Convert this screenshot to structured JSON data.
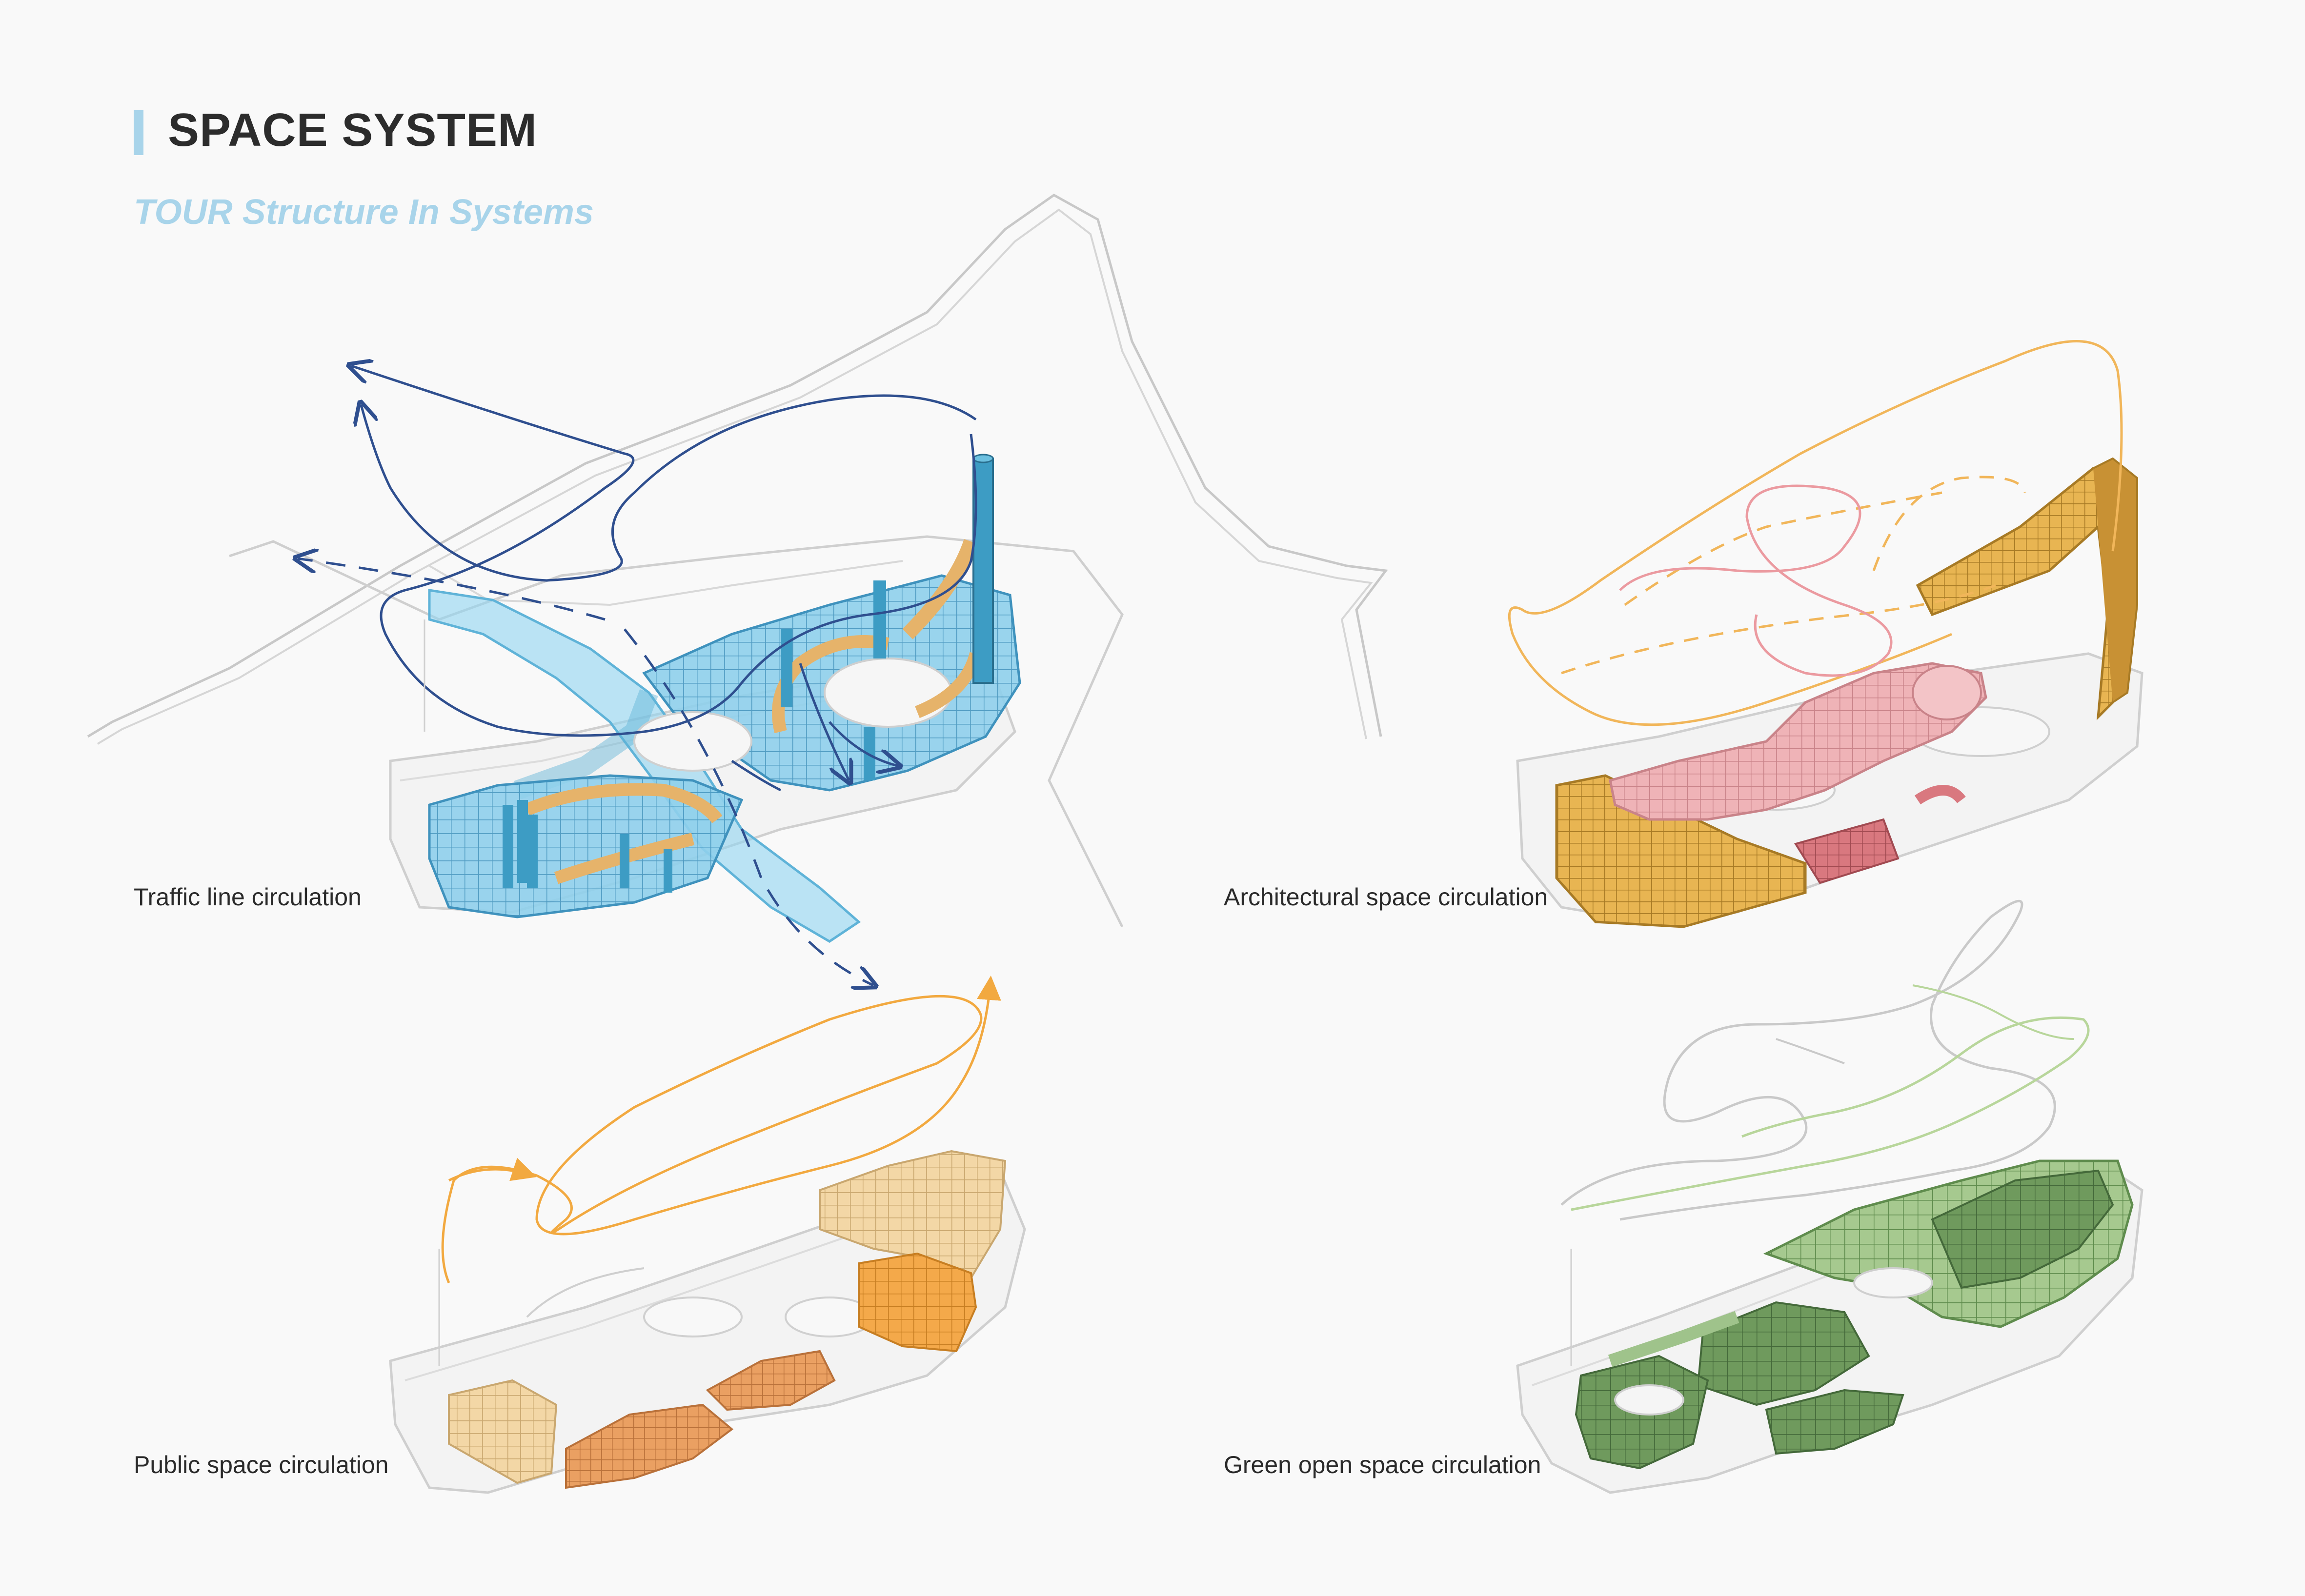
{
  "header": {
    "title": "SPACE SYSTEM",
    "subtitle": "TOUR Structure In Systems"
  },
  "panels": [
    {
      "label": "Traffic line circulation"
    },
    {
      "label": "Architectural space circulation"
    },
    {
      "label": "Public space circulation"
    },
    {
      "label": "Green open space circulation"
    }
  ],
  "colors": {
    "accent": "#a8d4ea",
    "traffic_blue": "#7fc6e6",
    "traffic_line": "#2f4f8f",
    "architecture_gold": "#e2b04a",
    "architecture_pink": "#eba9ad",
    "public_orange": "#f2a940",
    "green_dark": "#5f8c52",
    "green_light": "#9fc38b",
    "site_outline": "#c8c8c8"
  }
}
